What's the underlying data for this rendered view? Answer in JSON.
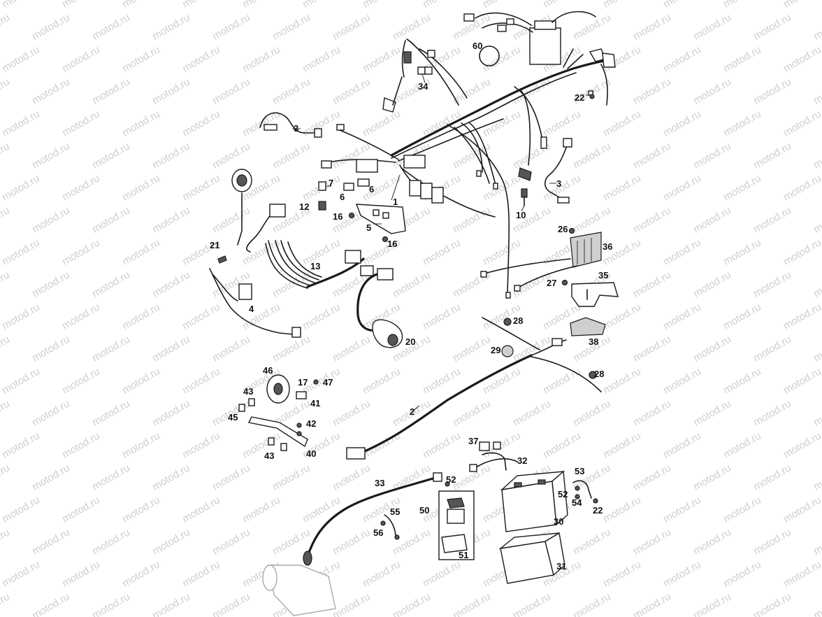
{
  "watermark": "motod.ru",
  "labels": {
    "p1": "1",
    "p2": "2",
    "p3a": "3",
    "p3b": "3",
    "p4": "4",
    "p5": "5",
    "p6a": "6",
    "p6b": "6",
    "p7": "7",
    "p10": "10",
    "p12": "12",
    "p13": "13",
    "p16a": "16",
    "p16b": "16",
    "p17": "17",
    "p20": "20",
    "p21": "21",
    "p22a": "22",
    "p22b": "22",
    "p26": "26",
    "p27": "27",
    "p28a": "28",
    "p28b": "28",
    "p29": "29",
    "p30": "30",
    "p31": "31",
    "p32": "32",
    "p33": "33",
    "p34": "34",
    "p35": "35",
    "p36": "36",
    "p37": "37",
    "p38": "38",
    "p40": "40",
    "p41": "41",
    "p42": "42",
    "p43a": "43",
    "p43b": "43",
    "p45": "45",
    "p46": "46",
    "p47": "47",
    "p50": "50",
    "p51": "51",
    "p52a": "52",
    "p52b": "52",
    "p53": "53",
    "p54": "54",
    "p55": "55",
    "p56": "56",
    "p60": "60"
  }
}
